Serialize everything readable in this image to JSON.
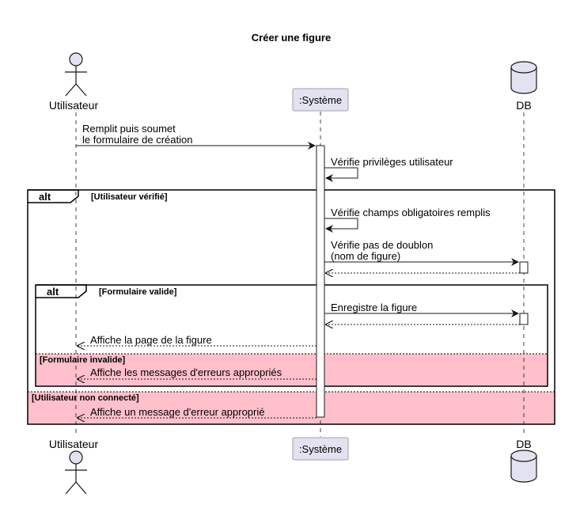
{
  "title": "Créer une figure",
  "participants": {
    "user": "Utilisateur",
    "system": ":Système",
    "db": "DB"
  },
  "messages": {
    "m1_line1": "Remplit puis soumet",
    "m1_line2": "le formulaire de création",
    "m2": "Vérifie privilèges utilisateur",
    "m3": "Vérifie champs obligatoires remplis",
    "m4_line1": "Vérifie pas de doublon",
    "m4_line2": "(nom de figure)",
    "m5": "Enregistre la figure",
    "m6": "Affiche la page de la figure",
    "m7": "Affiche les messages d'erreurs appropriés",
    "m8": "Affiche un message d'erreur approprié"
  },
  "fragments": {
    "outer": {
      "keyword": "alt",
      "guard1": "[Utilisateur vérifié]",
      "guard2": "[Utilisateur non connecté]"
    },
    "inner": {
      "keyword": "alt",
      "guard1": "[Formulaire valide]",
      "guard2": "[Formulaire invalide]"
    }
  },
  "colors": {
    "actor_fill": "#E2E2F0",
    "participant_fill": "#E2E2F0",
    "participant_border": "#A0A0A8",
    "else_fill": "#FFC0CB",
    "line": "#181818"
  }
}
